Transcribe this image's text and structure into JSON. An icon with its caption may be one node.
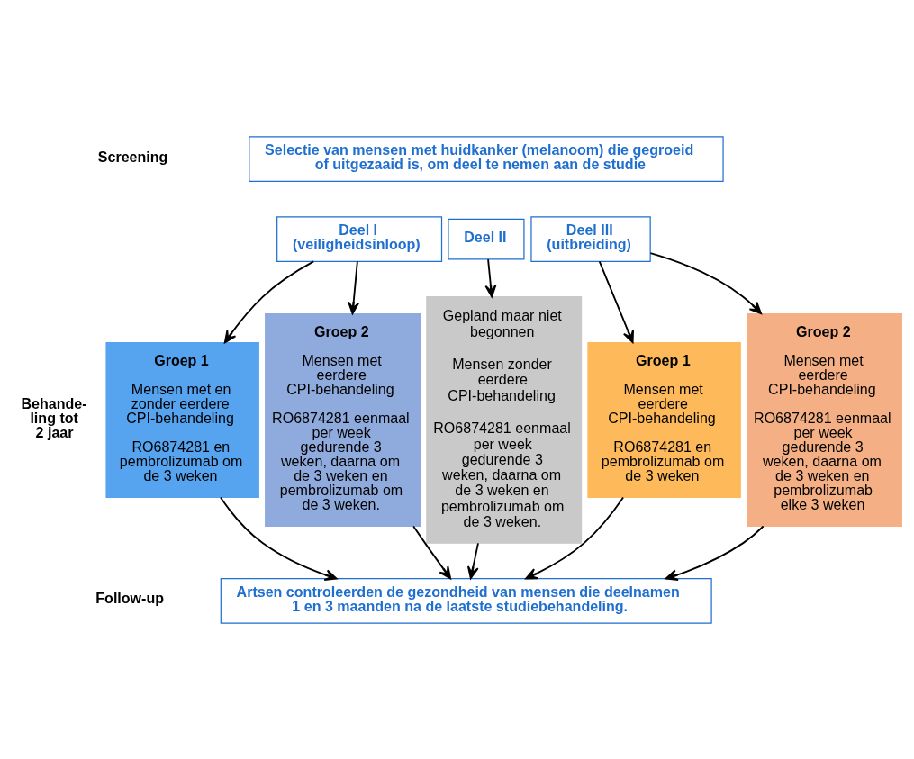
{
  "diagram": {
    "nodes": [
      {
        "text": [
          "Selectie van mensen met huidkanker (melanoom) die gegroeid of uitgezaaid is, om deel te nemen aan de studie"
        ]
      },
      {
        "text": [
          "Deel I (veiligheidsinloop)"
        ]
      },
      {
        "text": [
          "Deel II"
        ]
      },
      {
        "text": [
          "Deel III (uitbreiding)"
        ]
      },
      {
        "text": [
          "Groep 1",
          "Mensen met en zonder eerdere CPI-behandeling",
          "RO6874281 en pembrolizumab om de 3 weken"
        ]
      },
      {
        "text": [
          "Groep 2",
          "Mensen met eerdere CPI-behandeling",
          "RO6874281 eenmaal per week gedurende 3 weken, daarna om de 3 weken en pembrolizumab om de 3 weken."
        ]
      },
      {
        "text": [
          "Gepland maar niet begonnen",
          "Mensen zonder eerdere CPI-behandeling",
          "RO6874281 eenmaal per week gedurende 3 weken, daarna om de 3 weken en pembrolizumab om de 3 weken."
        ]
      },
      {
        "text": [
          "Groep 1",
          "Mensen met eerdere CPI-behandeling",
          "RO6874281 en pembrolizumab om de 3 weken"
        ]
      },
      {
        "text": [
          "Groep 2",
          "Mensen met eerdere CPI-behandeling",
          "RO6874281 eenmaal per week gedurende 3 weken, daarna om de 3 weken en pembrolizumab elke 3 weken"
        ]
      },
      {
        "text": [
          "Artsen controleerden de gezondheid van mensen die deelnamen 1 en 3 maanden na de laatste studiebehandeling."
        ]
      }
    ],
    "edges": [
      {
        "from": 1,
        "to": 4,
        "arrow": "to"
      },
      {
        "from": 1,
        "to": 5,
        "arrow": "to"
      },
      {
        "from": 2,
        "to": 6,
        "arrow": "to"
      },
      {
        "from": 3,
        "to": 7,
        "arrow": "to"
      },
      {
        "from": 3,
        "to": 8,
        "arrow": "to"
      },
      {
        "from": 4,
        "to": 9,
        "arrow": "to"
      },
      {
        "from": 5,
        "to": 9,
        "arrow": "to"
      },
      {
        "from": 6,
        "to": 9,
        "arrow": "to"
      },
      {
        "from": 7,
        "to": 9,
        "arrow": "to"
      },
      {
        "from": 8,
        "to": 9,
        "arrow": "to"
      }
    ],
    "labels": [
      "Screening",
      "Behande- ling tot 2 jaar",
      "Follow-up"
    ]
  }
}
